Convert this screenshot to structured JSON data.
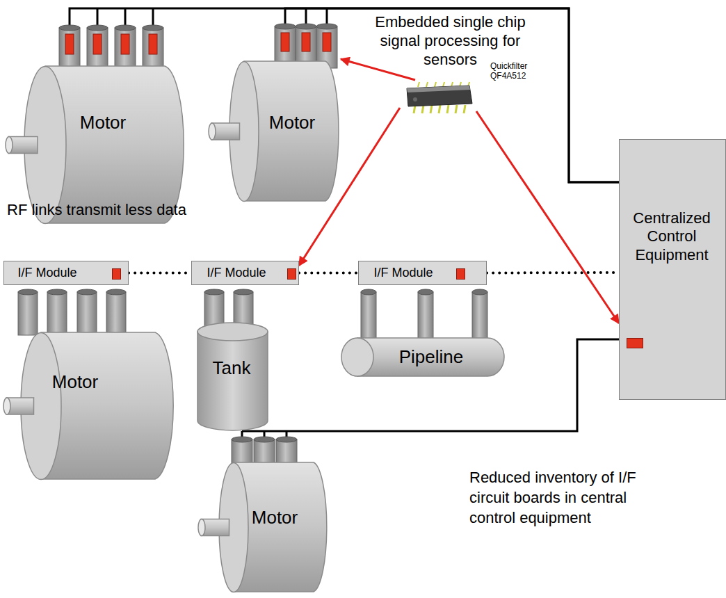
{
  "diagram": {
    "nodes": [
      {
        "text": [
          "Motor"
        ]
      },
      {
        "text": [
          "Motor"
        ]
      },
      {
        "text": [
          "Quickfilter QF4A512"
        ]
      },
      {
        "text": [
          "Centralized Control Equipment"
        ]
      },
      {
        "text": [
          "I/F Module"
        ]
      },
      {
        "text": [
          "I/F Module"
        ]
      },
      {
        "text": [
          "I/F Module"
        ]
      },
      {
        "text": [
          "Motor"
        ]
      },
      {
        "text": [
          "Tank"
        ]
      },
      {
        "text": [
          "Pipeline"
        ]
      },
      {
        "text": [
          "Motor"
        ]
      }
    ],
    "edges": [
      {
        "from": 0,
        "to": 3,
        "arrow": "none"
      },
      {
        "from": 1,
        "to": 3,
        "arrow": "none"
      },
      {
        "from": 2,
        "to": 1,
        "arrow": "to"
      },
      {
        "from": 2,
        "to": 5,
        "arrow": "to"
      },
      {
        "from": 2,
        "to": 3,
        "arrow": "to"
      },
      {
        "from": 4,
        "to": 5,
        "arrow": "none"
      },
      {
        "from": 5,
        "to": 6,
        "arrow": "none"
      },
      {
        "from": 6,
        "to": 3,
        "arrow": "none"
      },
      {
        "from": 10,
        "to": 3,
        "arrow": "none"
      }
    ],
    "labels": [
      "Embedded single chip signal processing for sensors",
      "RF links transmit less data",
      "Reduced inventory of I/F circuit boards in central control equipment"
    ]
  }
}
